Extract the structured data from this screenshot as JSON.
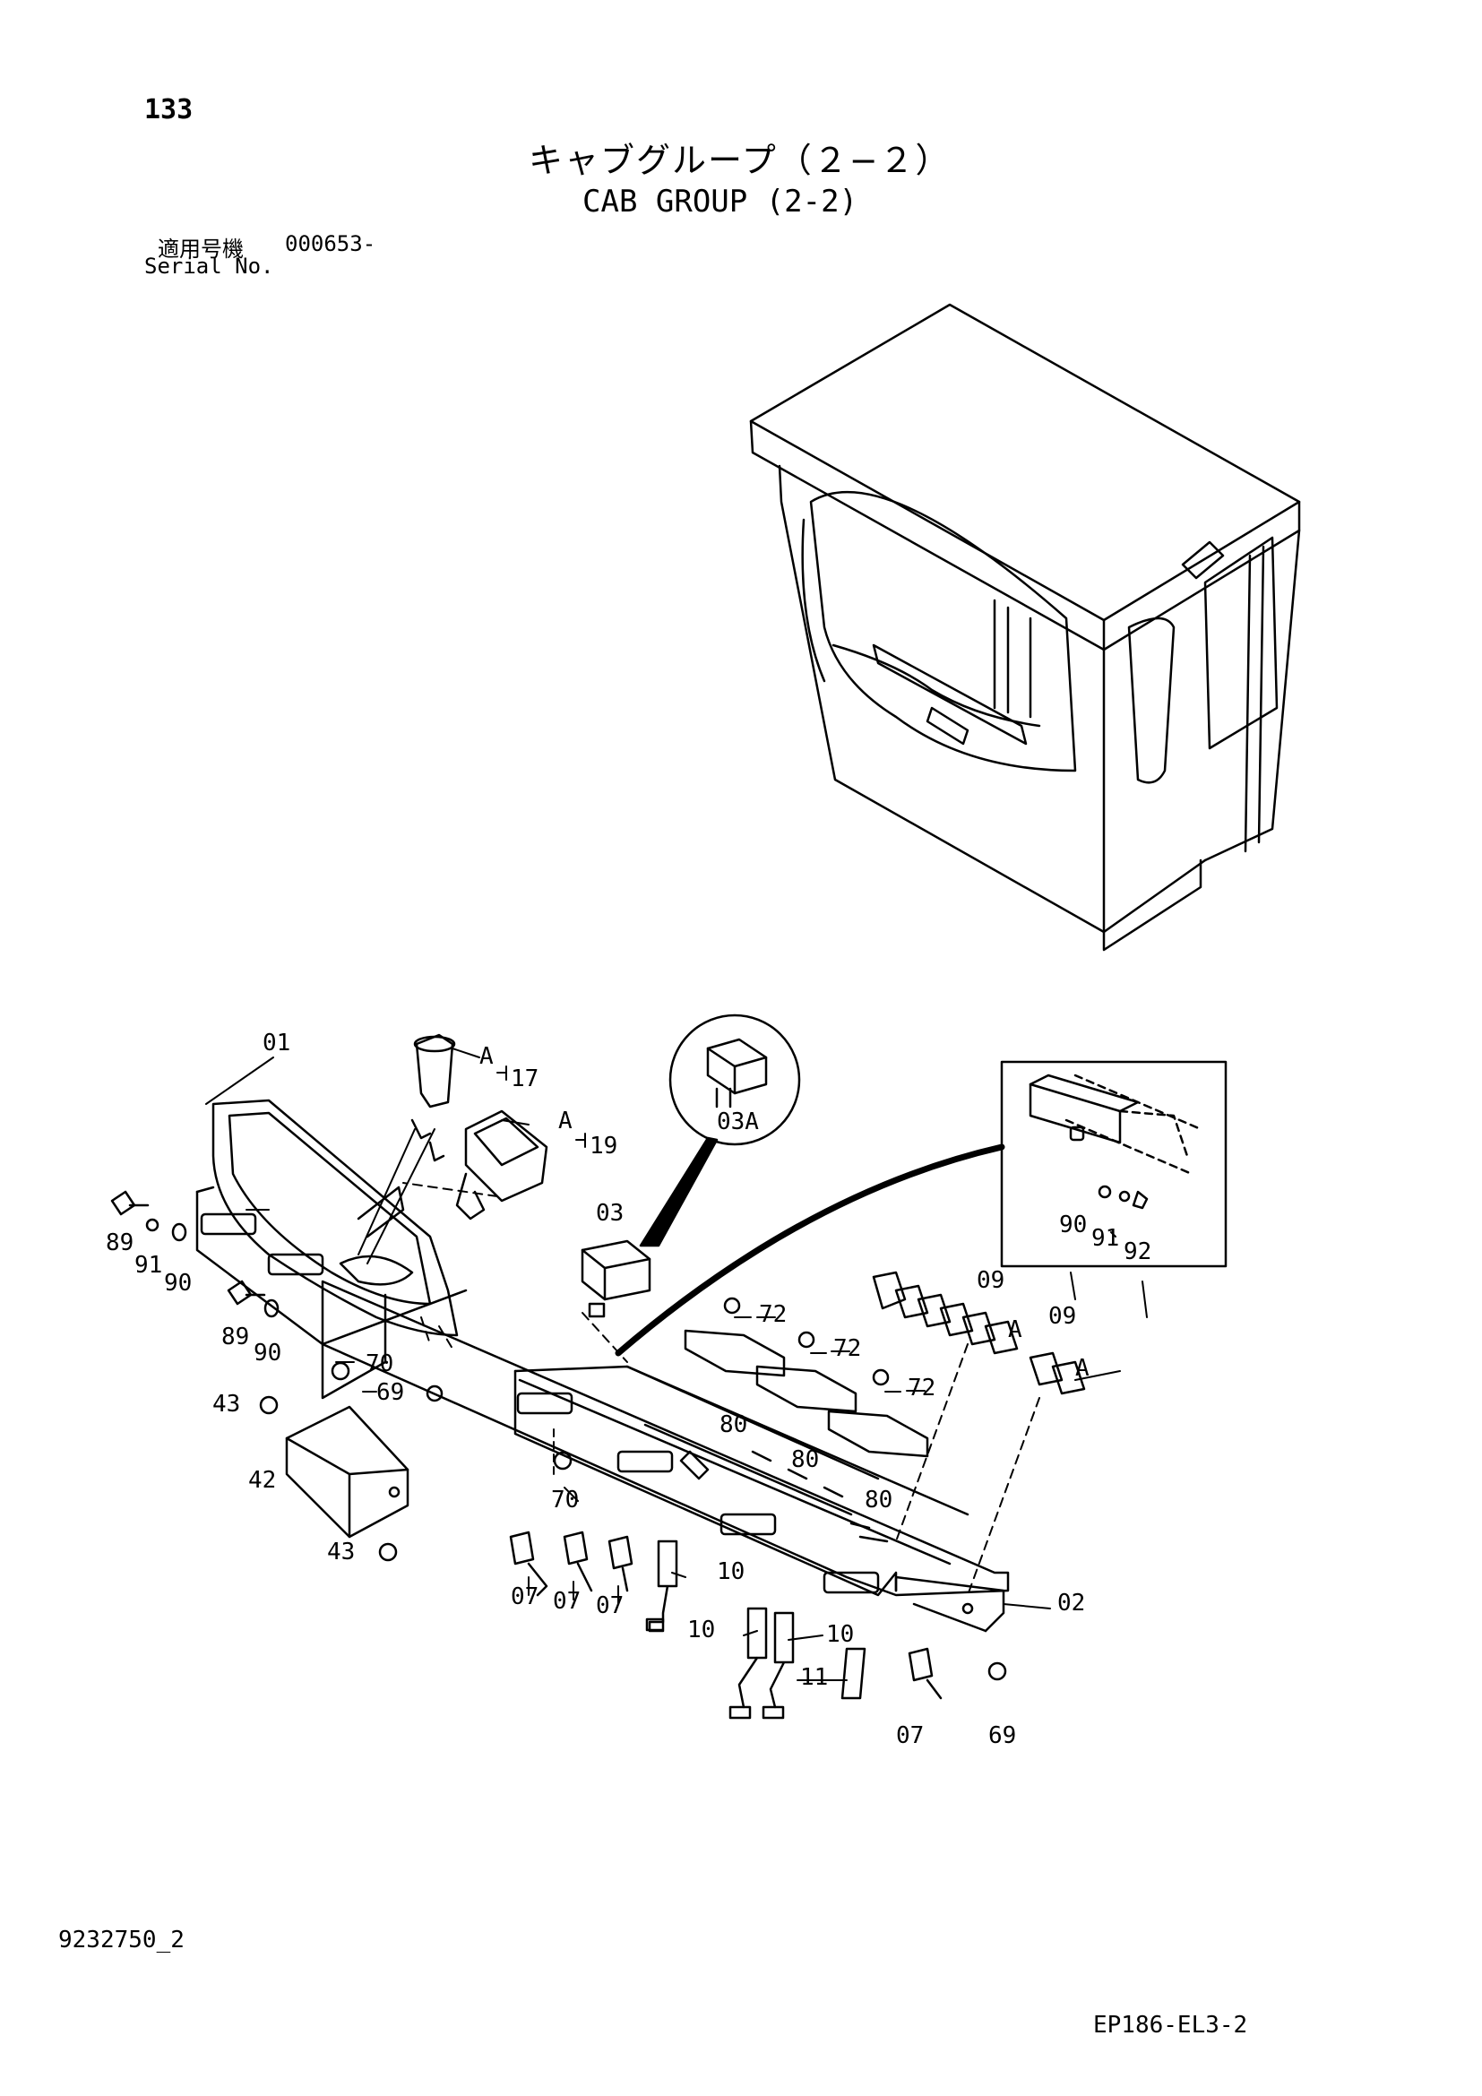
{
  "page_number": "133",
  "title_jp": "キャブグループ（２−２）",
  "title_en": "CAB GROUP (2-2)",
  "serial_label_jp": "適用号機",
  "serial_range": "000653-",
  "serial_label_en": "Serial No.",
  "doc_number": "9232750_2",
  "figure_code": "EP186-EL3-2",
  "callouts": {
    "p01": "01",
    "p17": "17",
    "p19": "19",
    "pA1": "A",
    "pA2": "A",
    "p03A": "03A",
    "p03": "03",
    "p89a": "89",
    "p91a": "91",
    "p90a": "90",
    "p89b": "89",
    "p90b": "90",
    "p70a": "70",
    "p69a": "69",
    "p43a": "43",
    "p42": "42",
    "p43b": "43",
    "p72a": "72",
    "p72b": "72",
    "p72c": "72",
    "p80a": "80",
    "p80b": "80",
    "p80c": "80",
    "p09a": "09",
    "p09b": "09",
    "pA3": "A",
    "pA4": "A",
    "p90c": "90",
    "p91c": "91",
    "p92": "92",
    "p70b": "70",
    "p07a": "07",
    "p07b": "07",
    "p07c": "07",
    "p10a": "10",
    "p10b": "10",
    "p10c": "10",
    "p11": "11",
    "p07d": "07",
    "p69b": "69",
    "p02": "02"
  }
}
